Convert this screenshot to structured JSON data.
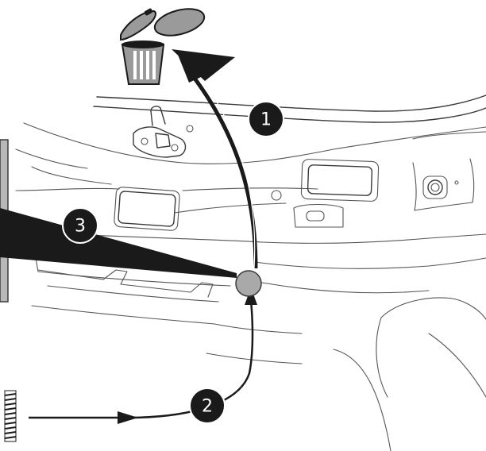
{
  "callouts": [
    {
      "id": "1",
      "label": "1"
    },
    {
      "id": "2",
      "label": "2"
    },
    {
      "id": "3",
      "label": "3"
    }
  ],
  "colors": {
    "outline": "#3a3a3a",
    "arrow": "#1a1a1a",
    "callout_fill": "#1a1a1a",
    "plug_fill": "#a9a9a9",
    "trash_fill": "#9a9a9a",
    "panel_fill": "#b8b8b8"
  },
  "icons": [
    "trash-can-icon",
    "discarded-cap-icon",
    "plug-icon",
    "tool-bit-icon"
  ]
}
